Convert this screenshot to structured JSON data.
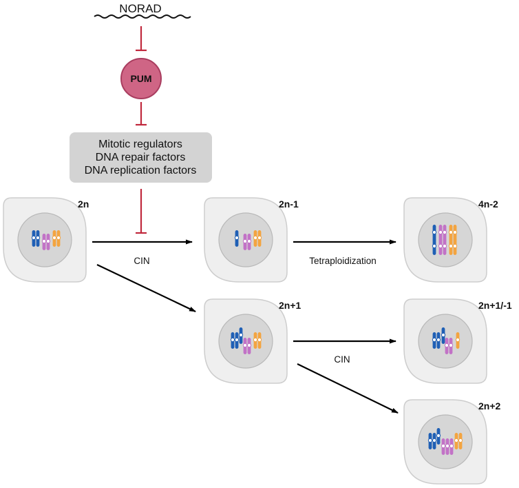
{
  "colors": {
    "inhibit": "#c0283c",
    "pum_fill": "#cf6585",
    "pum_stroke": "#a93d5f",
    "box_fill": "#d3d3d3",
    "cell_fill": "#efefef",
    "cell_stroke": "#cdcdcd",
    "nucleus_fill": "#d6d6d6",
    "nucleus_stroke": "#b8b8b8",
    "chr_blue": "#1f5fb5",
    "chr_pink": "#c272c6",
    "chr_orange": "#f3a440",
    "arrow": "#000000"
  },
  "pathway": {
    "norad": "NORAD",
    "pum": "PUM",
    "targets": [
      "Mitotic regulators",
      "DNA repair factors",
      "DNA replication factors"
    ]
  },
  "cells": [
    {
      "id": "2n",
      "label": "2n",
      "chromosomes": "2n"
    },
    {
      "id": "2n-1",
      "label": "2n-1",
      "chromosomes": "2n-1"
    },
    {
      "id": "4n-2",
      "label": "4n-2",
      "chromosomes": "4n-2"
    },
    {
      "id": "2n+1",
      "label": "2n+1",
      "chromosomes": "2n+1"
    },
    {
      "id": "2n+1/-1",
      "label": "2n+1/-1",
      "chromosomes": "2n+1/-1"
    },
    {
      "id": "2n+2",
      "label": "2n+2",
      "chromosomes": "2n+2"
    }
  ],
  "transitions": [
    {
      "from": "2n",
      "to": "2n-1",
      "label": "CIN"
    },
    {
      "from": "2n",
      "to": "2n+1",
      "label": ""
    },
    {
      "from": "2n-1",
      "to": "4n-2",
      "label": "Tetraploidization"
    },
    {
      "from": "2n+1",
      "to": "2n+1/-1",
      "label": "CIN"
    },
    {
      "from": "2n+1",
      "to": "2n+2",
      "label": ""
    }
  ]
}
